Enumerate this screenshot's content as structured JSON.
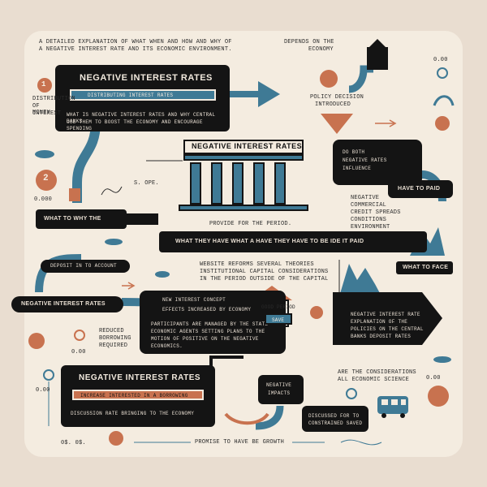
{
  "header": {
    "line1": "A DETAILED EXPLANATION OF WHAT WHEN AND HOW AND WHY OF",
    "line2": "A NEGATIVE INTEREST RATE AND ITS ECONOMIC ENVIRONMENT.",
    "right1": "DEPENDS ON THE",
    "right2": "ECONOMY"
  },
  "box_top_left": {
    "title": "NEGATIVE INTEREST RATES",
    "highlight": "DISTRIBUTING INTEREST RATES",
    "body1": "WHAT IS NEGATIVE INTEREST RATES AND WHY CENTRAL BANKS",
    "body2": "USE THEM TO BOOST THE ECONOMY AND ENCOURAGE SPENDING"
  },
  "left_column": {
    "label": "DISTRIBUTION OF INTEREST",
    "body": "MONEY",
    "num1": "1",
    "num2": "2",
    "small1": "0.000",
    "small2": "0.00"
  },
  "policy": {
    "line1": "POLICY DECISION",
    "line2": "INTRODUCED"
  },
  "bank": {
    "title": "NEGATIVE INTEREST RATES",
    "caption": "PROVIDE FOR THE PERIOD.",
    "side": "S. OPE."
  },
  "right_top_box": {
    "line1": "DO BOTH",
    "line2": "NEGATIVE RATES",
    "line3": "INFLUENCE"
  },
  "have_box": "HAVE TO PAID",
  "right_mid_text": [
    "NEGATIVE",
    "COMMERCIAL",
    "CREDIT SPREADS",
    "CONDITIONS",
    "ENVIRONMENT"
  ],
  "what_to_why": "WHAT TO WHY THE",
  "wide_banner": "WHAT THEY HAVE WHAT A HAVE THEY HAVE TO BE IDE IT PAID",
  "what_to_face": "WHAT TO FACE",
  "deposit_pill": "DEPOSIT IN TO ACCOUNT",
  "mid_text": [
    "WEBSITE REFORMS SEVERAL THEORIES",
    "INSTITUTIONAL CAPITAL CONSIDERATIONS",
    "IN THE PERIOD OUTSIDE OF THE CAPITAL"
  ],
  "neg_rates_left": "NEGATIVE INTEREST RATES",
  "center_box": {
    "head1": "NEW INTEREST CONCEPT",
    "head2": "EFFECTS INCREASED BY ECONOMY",
    "body1": "PARTICIPANTS ARE MANAGED BY THE STATE",
    "body2": "ECONOMIC AGENTS SETTING PLANS TO THE",
    "body3": "MOTION OF POSITIVE ON THE NEGATIVE",
    "body4": "ECONOMICS."
  },
  "house": {
    "label": "GOOD PERIOD",
    "button": "SAVE"
  },
  "right_lower_box": [
    "NEGATIVE INTEREST RATE",
    "EXPLANATION OF THE",
    "POLICIES ON THE CENTRAL",
    "BANKS DEPOSIT RATES"
  ],
  "lower_left_text": [
    "REDUCED",
    "BORROWING",
    "REQUIRED"
  ],
  "box_bottom_left": {
    "title": "NEGATIVE INTEREST RATES",
    "highlight": "INCREASE INTERESTED IN A BORROWING",
    "body": "DISCUSSION RATE BRINGING TO THE ECONOMY"
  },
  "negative_box": {
    "line1": "NEGATIVE",
    "line2": "IMPACTS"
  },
  "bottom_box": {
    "line1": "DISCUSSED FOR TO",
    "line2": "CONSTRAINED SAVED"
  },
  "bottom_right_text": [
    "ARE THE CONSIDERATIONS",
    "ALL ECONOMIC SCIENCE"
  ],
  "footer": "PROMISE TO HAVE BE GROWTH",
  "small_labels": {
    "bl": "0.00",
    "br": "0.00",
    "tr": "0.00",
    "bl2": "0$. 0$."
  }
}
